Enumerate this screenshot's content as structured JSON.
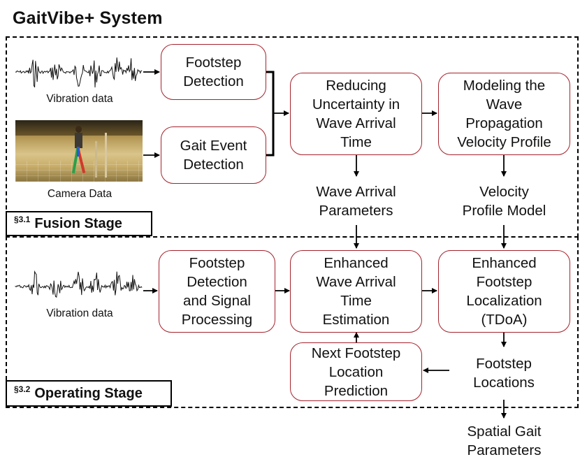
{
  "title": "GaitVibe+ System",
  "fusion_stage": {
    "section": "§3.1",
    "label": "Fusion Stage",
    "vibration_caption": "Vibration data",
    "camera_caption": "Camera Data",
    "footstep_detection": "Footstep\nDetection",
    "gait_event_detection": "Gait Event\nDetection",
    "reducing_uncertainty": "Reducing\nUncertainty in\nWave Arrival\nTime",
    "modeling_wave": "Modeling the\nWave\nPropagation\nVelocity Profile",
    "wave_arrival_parameters": "Wave Arrival\nParameters",
    "velocity_profile_model": "Velocity\nProfile Model"
  },
  "operating_stage": {
    "section": "§3.2",
    "label": "Operating Stage",
    "vibration_caption": "Vibration data",
    "footstep_detection_signal": "Footstep\nDetection\nand Signal\nProcessing",
    "enhanced_wave_arrival": "Enhanced\nWave Arrival\nTime\nEstimation",
    "enhanced_localization": "Enhanced\nFootstep\nLocalization\n(TDoA)",
    "next_footstep": "Next Footstep\nLocation\nPrediction",
    "footstep_locations": "Footstep\nLocations"
  },
  "output": {
    "spatial_gait_parameters": "Spatial Gait\nParameters"
  },
  "colors": {
    "box_border": "#a4222c",
    "arrow": "#000000",
    "dashed_border": "#000000"
  }
}
